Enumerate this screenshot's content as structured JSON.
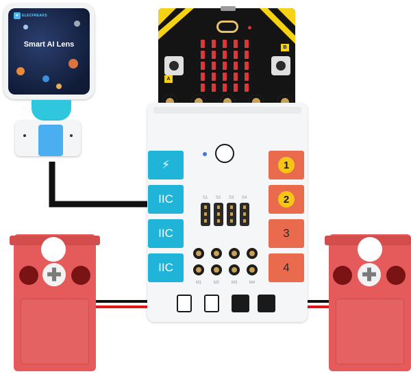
{
  "lens": {
    "brand": "ELECFREAKS",
    "title": "Smart AI Lens"
  },
  "board": {
    "power_port": {
      "icon": "lightning-icon"
    },
    "left_ports": [
      "IIC",
      "IIC",
      "IIC"
    ],
    "right_ports": [
      "1",
      "2",
      "3",
      "4"
    ],
    "sensor_jacks": [
      "S1",
      "S2",
      "S3",
      "S4"
    ],
    "motor_jacks": [
      "M1",
      "M2",
      "M3",
      "M4"
    ]
  },
  "microbit": {
    "button_a": "A",
    "button_b": "B"
  },
  "colors": {
    "port_blue": "#1fb4d8",
    "port_red": "#ea6a4e",
    "servo_red": "#e55b5b",
    "yellow_stripe": "#f5d213",
    "wire_black": "#111111",
    "wire_red": "#e3161c"
  }
}
